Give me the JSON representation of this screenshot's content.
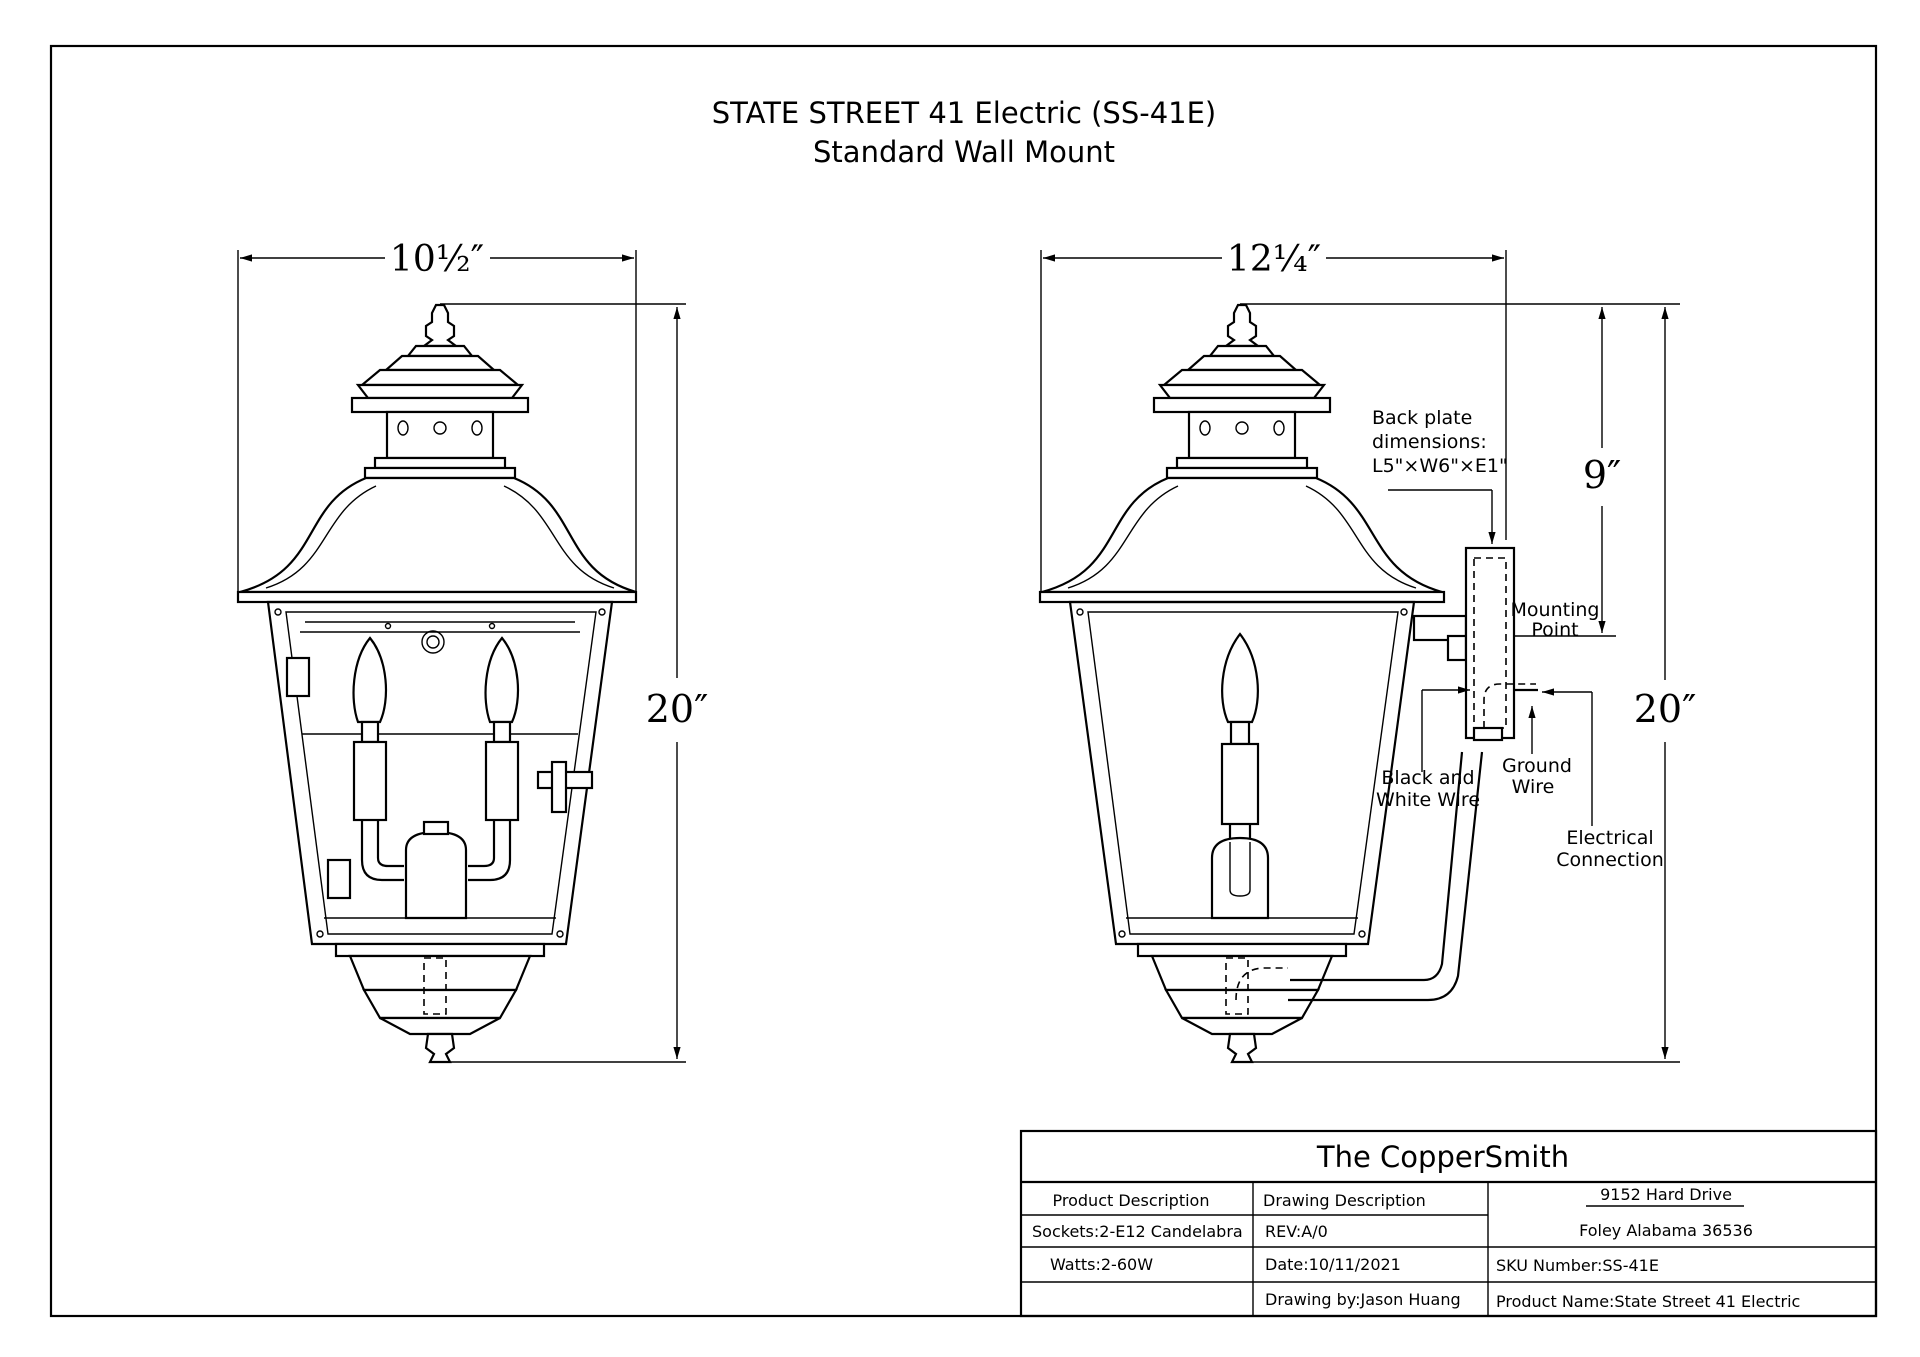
{
  "title": {
    "line1": "STATE STREET 41 Electric (SS-41E)",
    "line2": "Standard Wall Mount"
  },
  "front_view": {
    "width_dim": "10½″",
    "height_dim": "20″"
  },
  "side_view": {
    "width_dim": "12¼″",
    "upper_height_dim": "9″",
    "height_dim": "20″",
    "callouts": {
      "back_plate_1": "Back plate",
      "back_plate_2": "dimensions:",
      "back_plate_3": "L5\"×W6\"×E1\"",
      "mounting_1": "Mounting",
      "mounting_2": "Point",
      "bw_1": "Black and",
      "bw_2": "White Wire",
      "ground_1": "Ground",
      "ground_2": "Wire",
      "elec_1": "Electrical",
      "elec_2": "Connection"
    }
  },
  "title_block": {
    "company": "The CopperSmith",
    "product_description_header": "Product Description",
    "drawing_description_header": "Drawing Description",
    "address_line1": "9152 Hard Drive",
    "address_line2": "Foley Alabama 36536",
    "sockets": "Sockets:2-E12 Candelabra",
    "rev": "REV:A/0",
    "watts": "Watts:2-60W",
    "date": "Date:10/11/2021",
    "sku": "SKU Number:SS-41E",
    "drawn_by": "Drawing by:Jason Huang",
    "product_name": "Product Name:State Street 41 Electric"
  }
}
